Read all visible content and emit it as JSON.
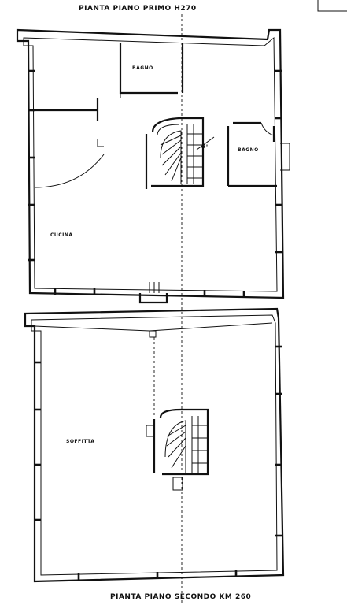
{
  "plans": {
    "first": {
      "title": "PIANTA  PIANO  PRIMO  H270",
      "rooms": {
        "bagno_top": "BAGNO",
        "bagno_right": "BAGNO",
        "cucina": "CUCINA",
        "stair_mark": "H°"
      }
    },
    "second": {
      "title": "PIANTA  PIANO  SECONDO  KM 260",
      "rooms": {
        "soffitta": "SOFFITTA"
      }
    }
  }
}
